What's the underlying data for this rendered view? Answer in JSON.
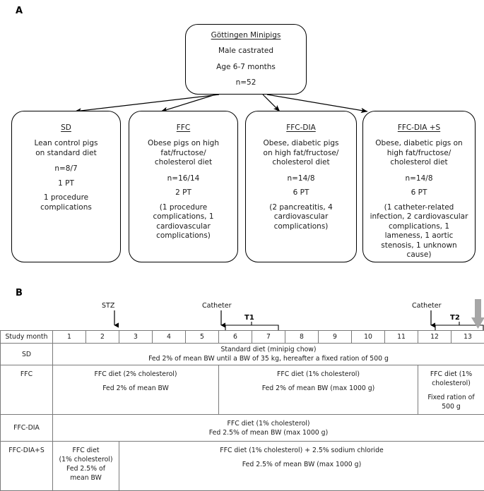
{
  "panels": {
    "a_letter": "A",
    "b_letter": "B"
  },
  "flow": {
    "root": {
      "title": "Göttingen Minipigs",
      "lines": [
        "Male castrated",
        "Age 6-7 months",
        "n=52"
      ]
    },
    "groups": [
      {
        "title": "SD",
        "desc": [
          "Lean control pigs",
          "on standard diet"
        ],
        "n": "n=8/7",
        "pt": "1 PT",
        "detail": [
          "1 procedure",
          "complications"
        ]
      },
      {
        "title": "FFC",
        "desc": [
          "Obese pigs on high",
          "fat/fructose/",
          "cholesterol diet"
        ],
        "n": "n=16/14",
        "pt": "2 PT",
        "detail": [
          "(1 procedure",
          "complications, 1",
          "cardiovascular",
          "complications)"
        ]
      },
      {
        "title": "FFC-DIA",
        "desc": [
          "Obese, diabetic pigs",
          "on high fat/fructose/",
          "cholesterol diet"
        ],
        "n": "n=14/8",
        "pt": "6 PT",
        "detail": [
          "(2 pancreatitis, 4",
          "cardiovascular",
          "complications)"
        ]
      },
      {
        "title": "FFC-DIA +S",
        "desc": [
          "Obese, diabetic pigs on",
          "high fat/fructose/",
          "cholesterol diet"
        ],
        "n": "n=14/8",
        "pt": "6 PT",
        "detail": [
          "(1 catheter-related",
          "infection, 2 cardiovascular",
          "complications, 1",
          "lameness, 1 aortic",
          "stenosis, 1 unknown",
          "cause)"
        ]
      }
    ]
  },
  "timeline": {
    "annotations": {
      "stz": "STZ",
      "catheter1": "Catheter",
      "catheter2": "Catheter",
      "t1": "T1",
      "t2": "T2"
    },
    "header_label": "Study month",
    "months": [
      "1",
      "2",
      "3",
      "4",
      "5",
      "6",
      "7",
      "8",
      "9",
      "10",
      "11",
      "12",
      "13"
    ],
    "rows": [
      {
        "label": "SD",
        "cells": [
          {
            "span": 13,
            "lines": [
              "Standard diet (minipig chow)",
              "Fed 2% of mean BW until a BW of 35 kg, hereafter a fixed ration of 500 g"
            ]
          }
        ]
      },
      {
        "label": "FFC",
        "cells": [
          {
            "span": 5,
            "lines": [
              "FFC diet (2% cholesterol)",
              "",
              "Fed 2% of mean BW"
            ]
          },
          {
            "span": 6,
            "lines": [
              "FFC diet (1% cholesterol)",
              "",
              "Fed 2% of mean BW (max 1000 g)"
            ]
          },
          {
            "span": 2,
            "lines": [
              "FFC diet (1%",
              "cholesterol)",
              "",
              "Fixed ration of",
              "500 g"
            ]
          }
        ]
      },
      {
        "label": "FFC-DIA",
        "cells": [
          {
            "span": 13,
            "lines": [
              "FFC diet (1% cholesterol)",
              "Fed 2.5% of mean BW (max 1000 g)"
            ]
          }
        ]
      },
      {
        "label": "FFC-DIA+S",
        "cells": [
          {
            "span": 2,
            "lines": [
              "FFC diet",
              "(1% cholesterol)",
              "Fed 2.5% of",
              "mean BW"
            ]
          },
          {
            "span": 11,
            "lines": [
              "FFC diet (1% cholesterol) + 2.5% sodium chloride",
              "",
              "Fed 2.5% of mean BW (max 1000 g)"
            ]
          }
        ]
      }
    ]
  },
  "colors": {
    "line": "#000000",
    "table_border": "#7a7a7a",
    "gray_arrow": "#a0a0a0",
    "text": "#1a1a1a"
  }
}
